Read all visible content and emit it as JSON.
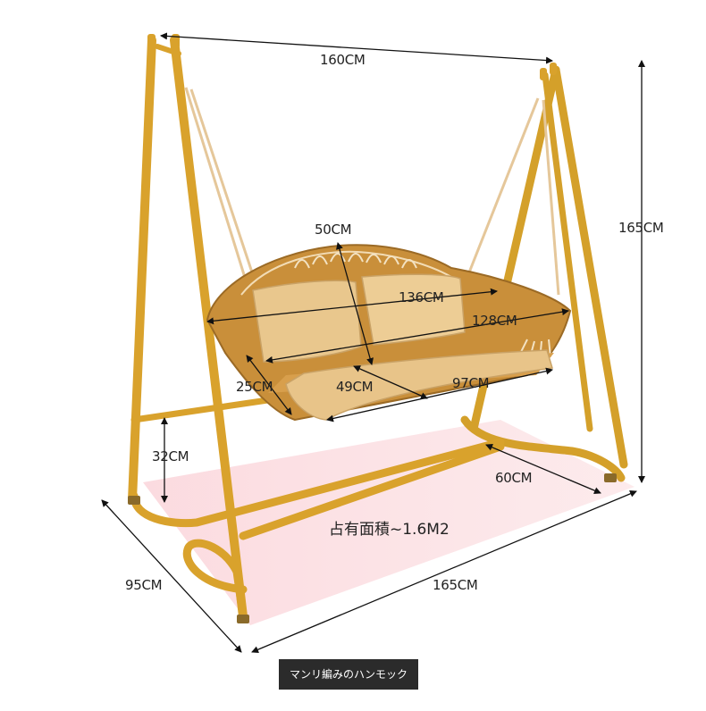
{
  "dimensions": {
    "top_width": "160CM",
    "height": "165CM",
    "back_height": "50CM",
    "cushion_width": "136CM",
    "seat_inner_width": "128CM",
    "side_height": "25CM",
    "seat_depth": "49CM",
    "seat_width": "97CM",
    "seat_ground_clearance": "32CM",
    "base_depth": "60CM",
    "footprint_depth": "95CM",
    "footprint_width": "165CM"
  },
  "floor_area_label": "占有面積~1.6M2",
  "caption": "マンリ編みのハンモック",
  "colors": {
    "frame_gold": "#D9A22C",
    "cushion": "#E8C489",
    "rattan": "#C98F3A",
    "floor_zone": "#FBD9DE"
  }
}
